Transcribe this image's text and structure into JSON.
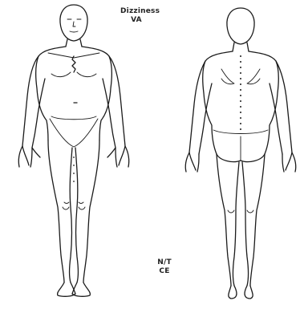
{
  "annotations": {
    "top_line1": "Dizziness",
    "top_line2": "VA",
    "bottom_line1": "N/T",
    "bottom_line2": "CE"
  }
}
